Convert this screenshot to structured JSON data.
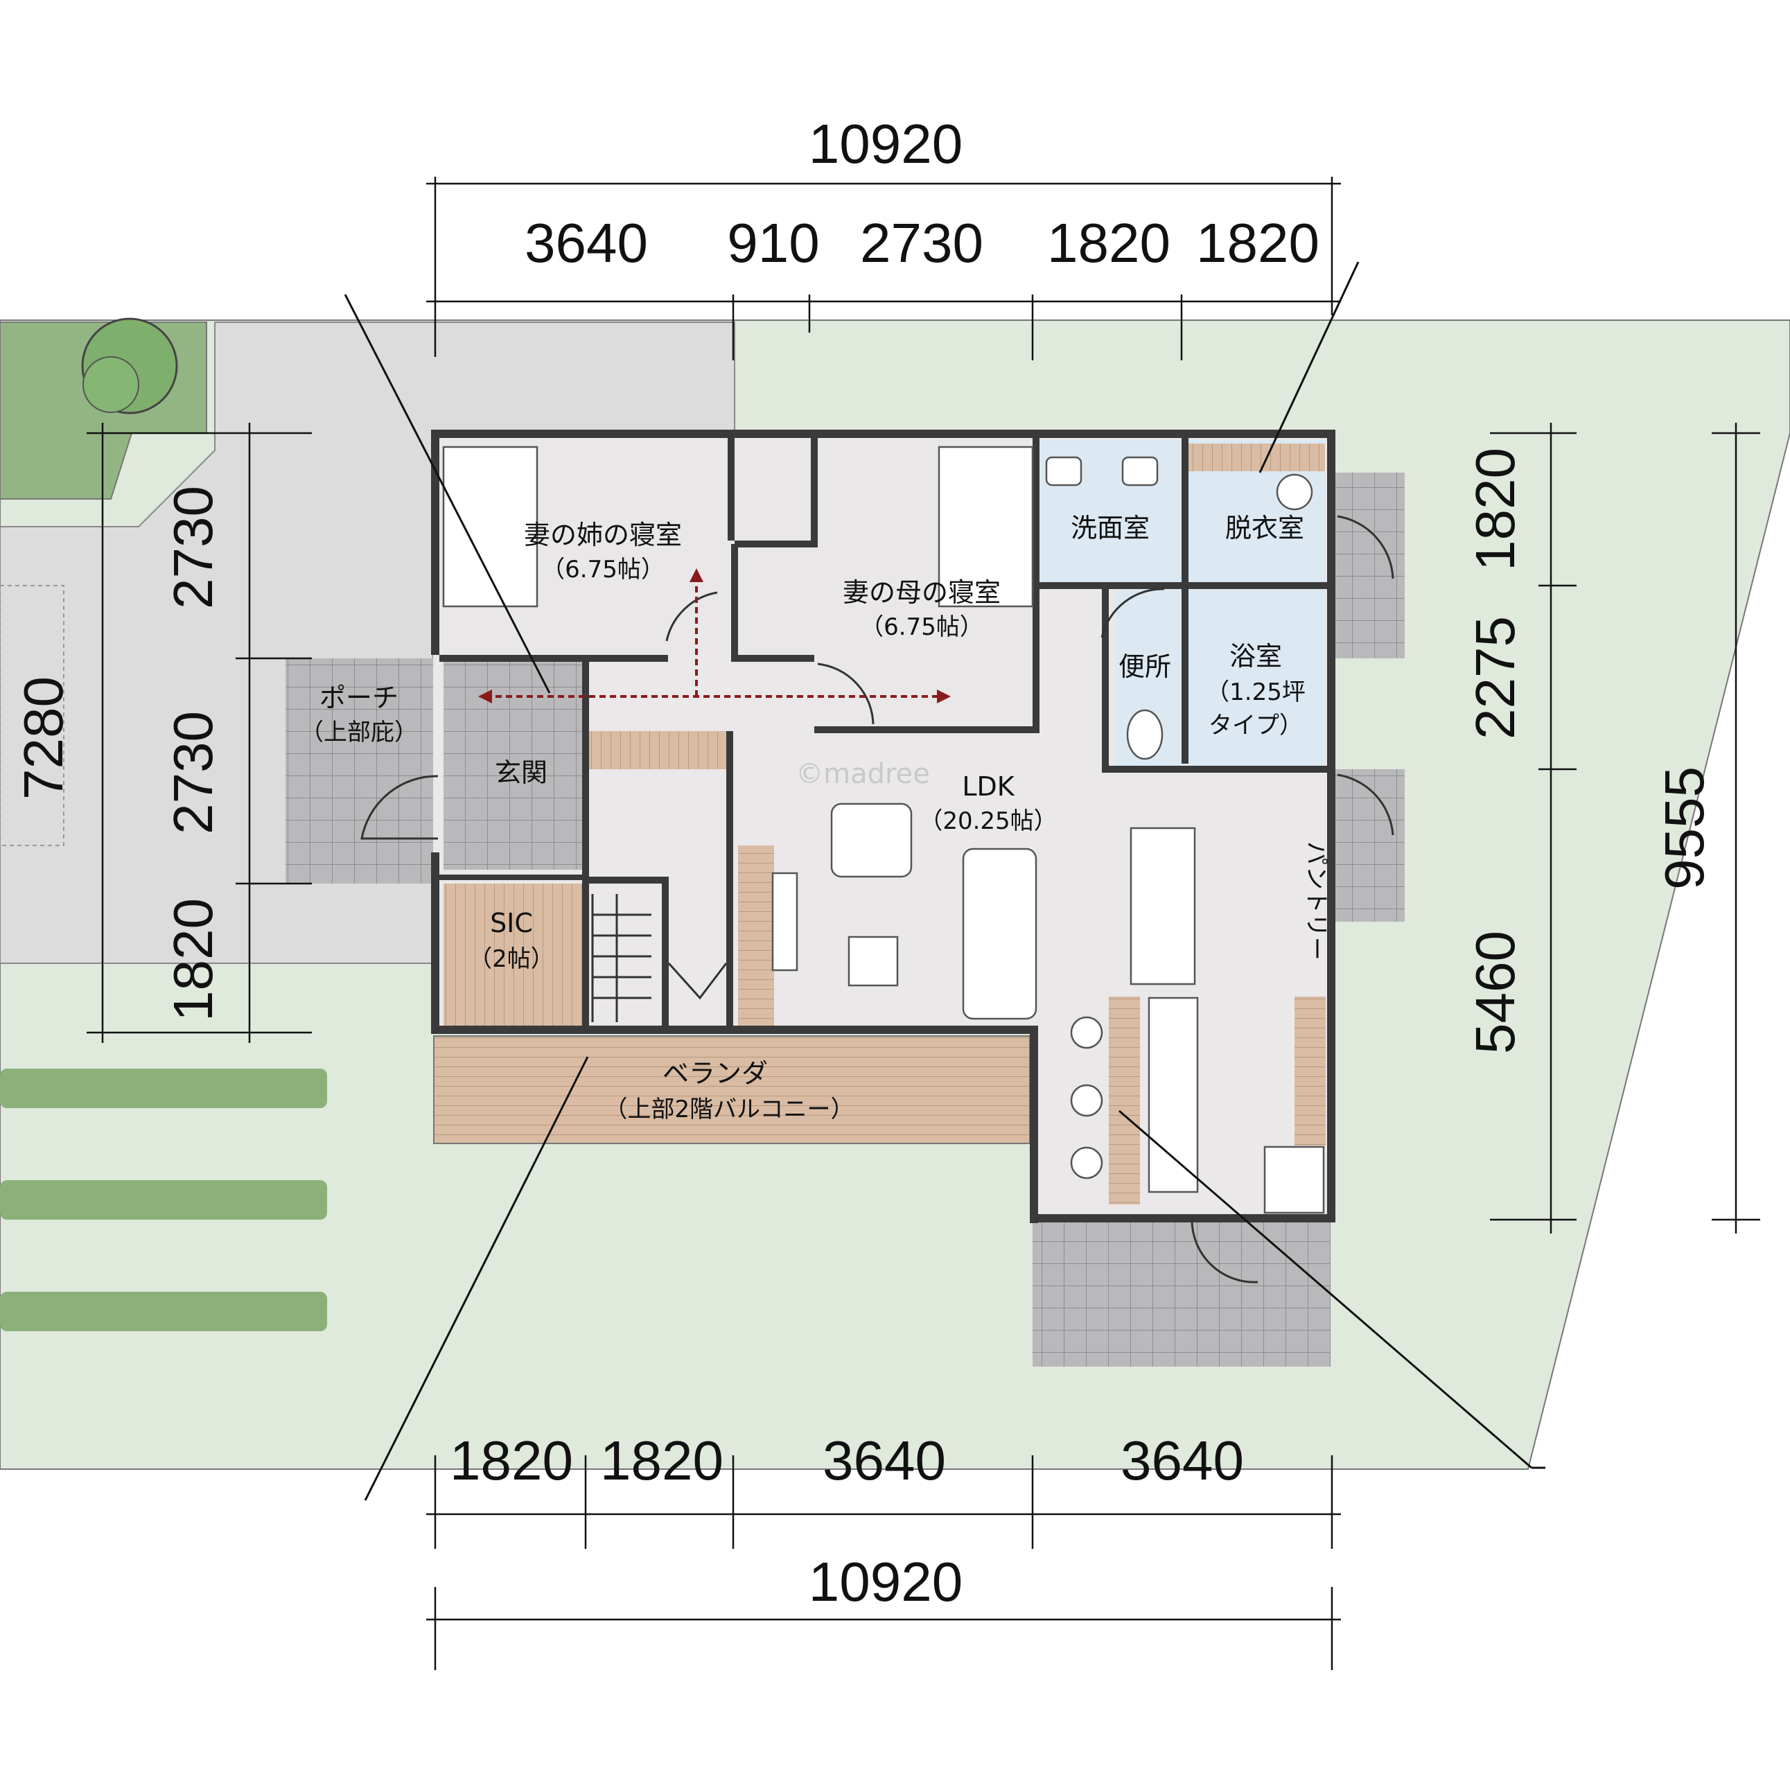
{
  "dimensions": {
    "top_total": "10920",
    "top_segments": [
      "3640",
      "910",
      "2730",
      "1820",
      "1820"
    ],
    "bottom_segments": [
      "1820",
      "1820",
      "3640",
      "3640"
    ],
    "bottom_total": "10920",
    "left_outer": "7280",
    "left_segments": [
      "2730",
      "2730",
      "1820"
    ],
    "right_segments": [
      "1820",
      "2275",
      "5460"
    ],
    "right_outer": "9555"
  },
  "rooms": {
    "sister_bedroom": {
      "name": "妻の姉の寝室",
      "size": "（6.75帖）"
    },
    "mother_bedroom": {
      "name": "妻の母の寝室",
      "size": "（6.75帖）"
    },
    "washroom": {
      "name": "洗面室"
    },
    "dressing_room": {
      "name": "脱衣室"
    },
    "toilet": {
      "name": "便所"
    },
    "bathroom": {
      "name": "浴室",
      "size_line1": "（1.25坪",
      "size_line2": "タイプ）"
    },
    "porch": {
      "name": "ポーチ",
      "sub": "（上部庇）"
    },
    "entrance": {
      "name": "玄関"
    },
    "ldk": {
      "name": "LDK",
      "size": "（20.25帖）"
    },
    "sic": {
      "name": "SIC",
      "size": "（2帖）"
    },
    "pantry": {
      "name": "パントリー"
    },
    "veranda": {
      "name": "ベランダ",
      "sub": "（上部2階バルコニー）"
    }
  },
  "watermark": "©madree",
  "colors": {
    "site_green": "#dfe9dc",
    "paving_gray": "#dcdcdc",
    "interior": "#ebe8ea",
    "bedroom": "#e9e7e8",
    "wet_area": "#dce9f3",
    "wood_deck": "#d7b9a0",
    "tile": "#b7b7b9",
    "lawn": "#8cb07a",
    "wall": "#3a3a3a",
    "circulation_arrow": "#8b1b1b"
  }
}
